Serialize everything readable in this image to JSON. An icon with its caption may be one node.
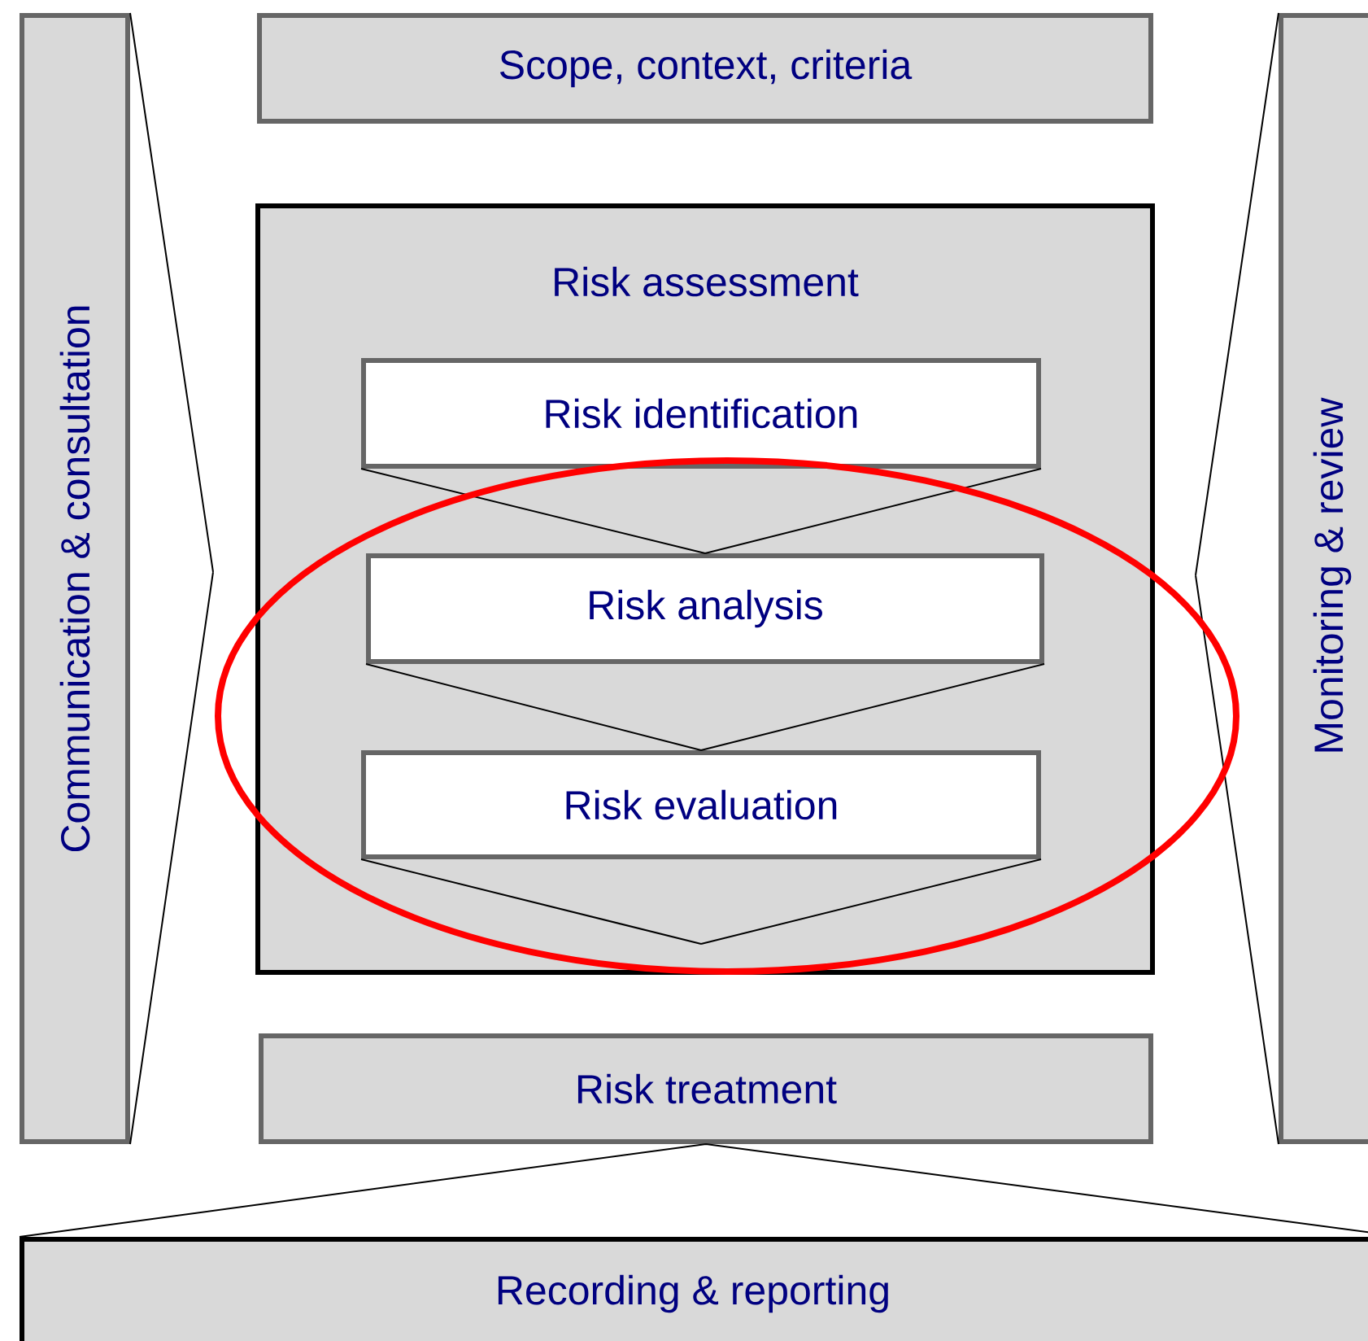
{
  "diagram": {
    "nodes": [
      {
        "text": [
          "Communication & consultation"
        ]
      },
      {
        "text": [
          "Scope, context, criteria"
        ]
      },
      {
        "text": [
          "Risk assessment"
        ]
      },
      {
        "text": [
          "Risk identification"
        ],
        "in": 2
      },
      {
        "text": [
          "Risk analysis"
        ],
        "in": 2
      },
      {
        "text": [
          "Risk evaluation"
        ],
        "in": 2
      },
      {
        "text": [
          "Risk treatment"
        ]
      },
      {
        "text": [
          "Monitoring & review"
        ]
      },
      {
        "text": [
          "Recording & reporting"
        ]
      }
    ],
    "edges": [
      {
        "from": 0,
        "to": null,
        "arrow": "none"
      },
      {
        "from": 7,
        "to": null,
        "arrow": "none"
      },
      {
        "from": 3,
        "to": 4,
        "arrow": "none"
      },
      {
        "from": 4,
        "to": 5,
        "arrow": "none"
      },
      {
        "from": 5,
        "to": null,
        "arrow": "none"
      },
      {
        "from": 8,
        "to": 6,
        "arrow": "none"
      }
    ]
  }
}
